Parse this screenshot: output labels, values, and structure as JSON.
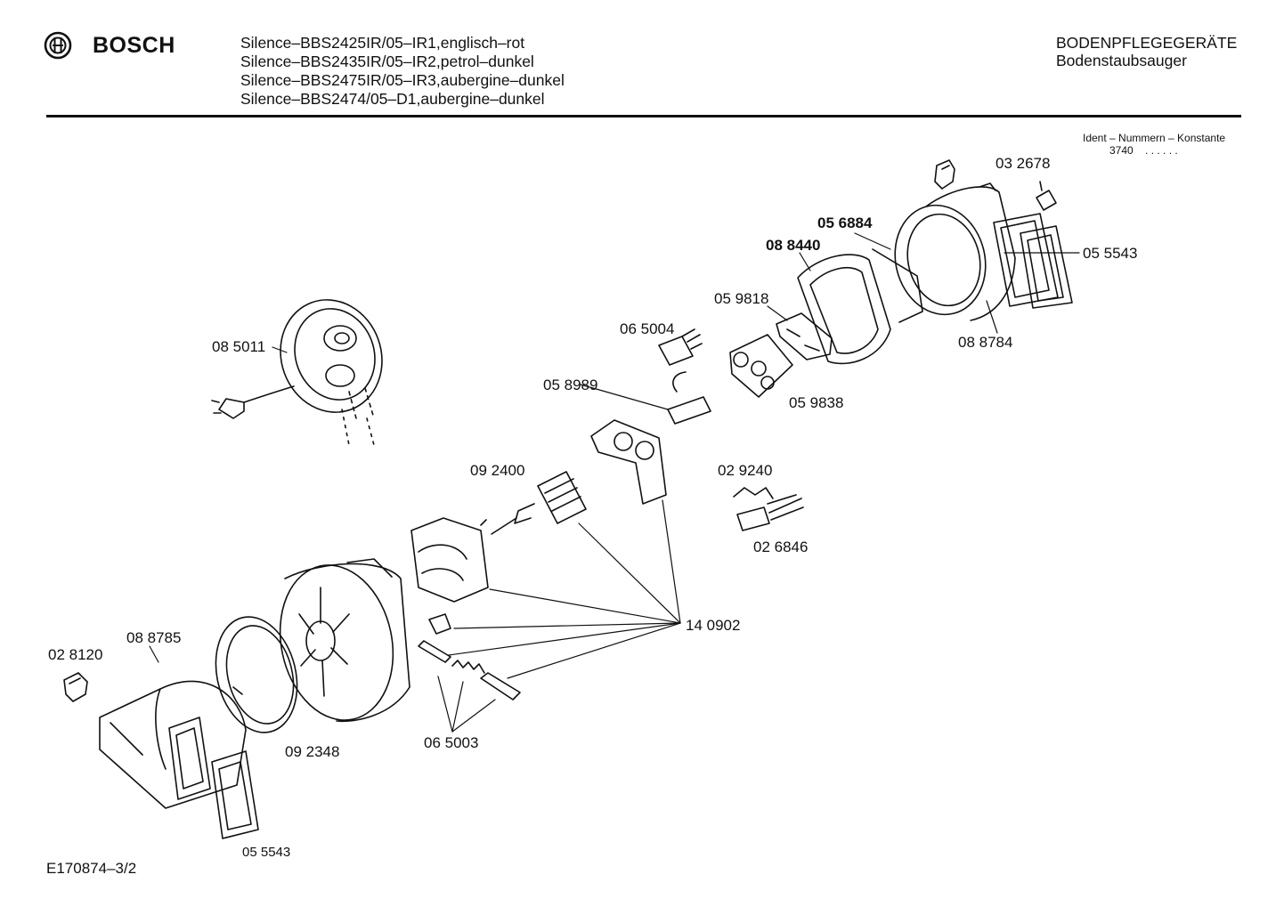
{
  "header": {
    "brand": "BOSCH",
    "models": [
      "Silence–BBS2425IR/05–IR1,englisch–rot",
      "Silence–BBS2435IR/05–IR2,petrol–dunkel",
      "Silence–BBS2475IR/05–IR3,aubergine–dunkel",
      "Silence–BBS2474/05–D1,aubergine–dunkel"
    ],
    "category": "BODENPFLEGEGERÄTE",
    "subcategory": "Bodenstaubsauger"
  },
  "ident": {
    "label": "Ident – Nummern – Konstante",
    "value": "3740",
    "dots": ". .   . . . ."
  },
  "parts": [
    {
      "id": "03 2678"
    },
    {
      "id": "05 6884"
    },
    {
      "id": "08 8440"
    },
    {
      "id": "05 5543"
    },
    {
      "id": "05 9818"
    },
    {
      "id": "06 5004"
    },
    {
      "id": "08 8784"
    },
    {
      "id": "08 5011"
    },
    {
      "id": "05 8989"
    },
    {
      "id": "05 9838"
    },
    {
      "id": "09 2400"
    },
    {
      "id": "02 9240"
    },
    {
      "id": "02 6846"
    },
    {
      "id": "14 0902"
    },
    {
      "id": "08 8785"
    },
    {
      "id": "02 8120"
    },
    {
      "id": "09 2348"
    },
    {
      "id": "06 5003"
    },
    {
      "id": "05 5543"
    }
  ],
  "footer": {
    "code": "E170874–3/2"
  }
}
